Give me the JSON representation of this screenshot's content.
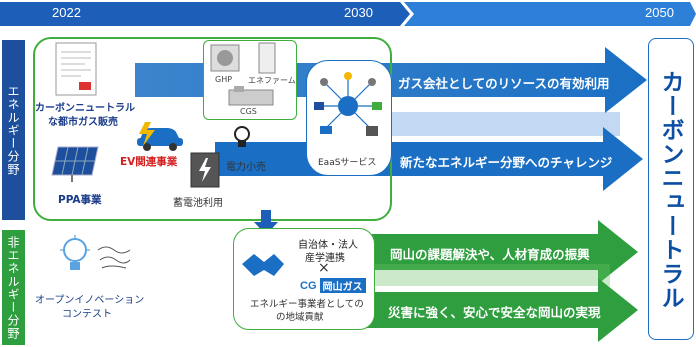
{
  "timeline": {
    "year_start": "2022",
    "year_mid": "2030",
    "year_end": "2050"
  },
  "side_labels": {
    "energy": "エネルギー分野",
    "non_energy": "非エネルギー分野"
  },
  "energy_items": {
    "carbon_neutral_gas": "カーボンニュートラルな都市ガス販売",
    "carbon_neutral_gas_line1": "カーボンニュートラル",
    "carbon_neutral_gas_line2": "な都市ガス販売",
    "ev": "EV関連事業",
    "power_retail": "電力小売",
    "ppa": "PPA事業",
    "battery": "蓄電池利用",
    "ghp": "GHP",
    "enefarm": "エネファーム",
    "cgs": "CGS",
    "eaas": "EaaSサービス"
  },
  "arrows": {
    "gas_resources": "ガス会社としてのリソースの有効利用",
    "new_energy": "新たなエネルギー分野へのチャレンジ",
    "okayama_issues": "岡山の課題解決や、人材育成の振興",
    "disaster": "災害に強く、安心で安全な岡山の実現"
  },
  "non_energy_items": {
    "open_innovation_line1": "オープンイノベーション",
    "open_innovation_line2": "コンテスト",
    "partnership_line1": "自治体・法人",
    "partnership_line2": "産学連携",
    "cross": "×",
    "logo_text": "岡山ガス",
    "contribution_line1": "エネルギー事業者としての",
    "contribution_line2": "の地域貢献"
  },
  "goal": {
    "text": "カーボンニュートラル"
  },
  "colors": {
    "blue": "#1a6fc4",
    "dark_blue": "#1d4f9c",
    "green": "#2e9e3e",
    "light_green": "#3fae3c",
    "goal_text": "#0b4ea2"
  }
}
